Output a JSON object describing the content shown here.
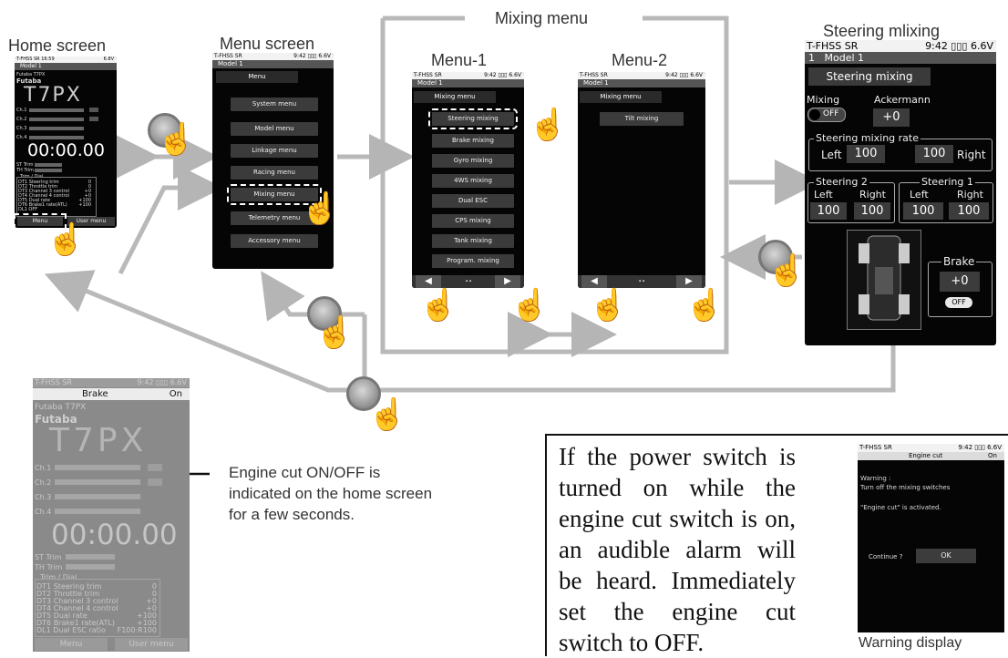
{
  "captions": {
    "home": "Home screen",
    "menu": "Menu screen",
    "mixing_menu": "Mixing menu",
    "menu1": "Menu-1",
    "menu2": "Menu-2",
    "steering": "Steering mlixing",
    "note": "Engine cut ON/OFF is indicated on the home screen for a few seconds.",
    "warning_display": "Warning display"
  },
  "warning_paragraph": "If the power switch is turned on while the engine cut switch is on, an audible alarm will be heard. Immediately set the engine cut switch to OFF.",
  "home": {
    "status": "T-FHSS SR   16:59",
    "battery": "6.8V",
    "model": "Model 1",
    "brand": "Futaba T7PX",
    "logo": "Futaba",
    "product": "T7PX",
    "channels": [
      "Ch.1",
      "Ch.2",
      "Ch.3",
      "Ch.4"
    ],
    "timer": "00:00.00",
    "trims": [
      "ST Trim",
      "TH Trim"
    ],
    "trim_header": "Trim / Dial",
    "dials": [
      {
        "k": "DT1",
        "n": "Steering trim",
        "v": "0"
      },
      {
        "k": "DT2",
        "n": "Throttle trim",
        "v": "0"
      },
      {
        "k": "DT3",
        "n": "Channel 3 control",
        "v": "+0"
      },
      {
        "k": "DT4",
        "n": "Channel 4 control",
        "v": "+0"
      },
      {
        "k": "DT5",
        "n": "Dual rate",
        "v": "+100"
      },
      {
        "k": "DT6",
        "n": "Brake1 rate(ATL)",
        "v": "+100"
      },
      {
        "k": "DL1",
        "n": "OFF",
        "v": ""
      }
    ],
    "footer": [
      "Menu",
      "User menu"
    ]
  },
  "menu_screen": {
    "status": "T-FHSS SR",
    "time": "9:42",
    "battery": "6.6V",
    "model": "Model 1",
    "header": "Menu",
    "items": [
      "System menu",
      "Model menu",
      "Linkage menu",
      "Racing menu",
      "Mixing menu",
      "Telemetry menu",
      "Accessory menu"
    ]
  },
  "menu1": {
    "status": "T-FHSS SR",
    "time": "9:42",
    "battery": "6.6V",
    "model": "Model 1",
    "header": "Mixing menu",
    "items": [
      "Steering mixing",
      "Brake mixing",
      "Gyro mixing",
      "4WS mixing",
      "Dual ESC",
      "CPS mixing",
      "Tank mixing",
      "Program. mixing"
    ]
  },
  "menu2": {
    "status": "T-FHSS SR",
    "time": "9:42",
    "battery": "6.6V",
    "model": "Model 1",
    "header": "Mixing menu",
    "items": [
      "Tilt mixing"
    ]
  },
  "steering": {
    "status": "T-FHSS SR",
    "time": "9:42",
    "battery": "6.6V",
    "model_no": "1",
    "model": "Model 1",
    "title": "Steering mixing",
    "mixing_label": "Mixing",
    "mixing_value": "OFF",
    "ackermann_label": "Ackermann",
    "ackermann_value": "+0",
    "rate_label": "Steering mixing rate",
    "left_label": "Left",
    "left_value": "100",
    "right_value": "100",
    "right_label": "Right",
    "steer2_label": "Steering 2",
    "steer1_label": "Steering 1",
    "s2_left_label": "Left",
    "s2_right_label": "Right",
    "s1_left_label": "Left",
    "s1_right_label": "Right",
    "s2_left": "100",
    "s2_right": "100",
    "s1_left": "100",
    "s1_right": "100",
    "brake_label": "Brake",
    "brake_value": "+0",
    "brake_switch": "OFF"
  },
  "home_gray": {
    "status": "T-FHSS SR",
    "time": "9:42",
    "battery": "6.6V",
    "brake_label": "Brake",
    "brake_state": "On",
    "brand": "Futaba T7PX",
    "logo": "Futaba",
    "product": "T7PX",
    "channels": [
      "Ch.1",
      "Ch.2",
      "Ch.3",
      "Ch.4"
    ],
    "timer": "00:00.00",
    "trims": [
      "ST Trim",
      "TH Trim"
    ],
    "trim_header": "Trim / Dial",
    "dials": [
      {
        "k": "DT1",
        "n": "Steering trim",
        "v": "0"
      },
      {
        "k": "DT2",
        "n": "Throttle trim",
        "v": "0"
      },
      {
        "k": "DT3",
        "n": "Channel 3 control",
        "v": "+0"
      },
      {
        "k": "DT4",
        "n": "Channel 4 control",
        "v": "+0"
      },
      {
        "k": "DT5",
        "n": "Dual rate",
        "v": "+100"
      },
      {
        "k": "DT6",
        "n": "Brake1 rate(ATL)",
        "v": "+100"
      },
      {
        "k": "DL1",
        "n": "Dual ESC ratio",
        "v": "F100:R100"
      }
    ],
    "footer": [
      "Menu",
      "User menu"
    ]
  },
  "warning_screen": {
    "status": "T-FHSS SR",
    "time": "9:42",
    "battery": "6.6V",
    "title": "Engine cut",
    "state": "On",
    "warning": "Warning :",
    "line1": "Turn off the mixing switches",
    "line2": "\"Engine cut\" is activated.",
    "continue": "Continue ?",
    "ok": "OK"
  }
}
